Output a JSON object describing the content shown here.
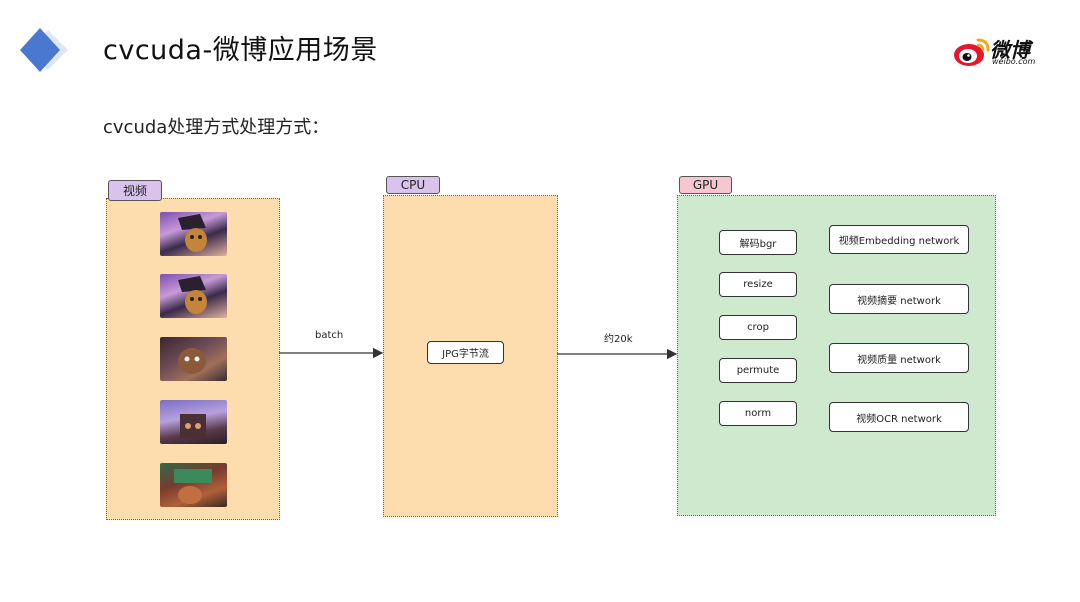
{
  "header": {
    "title": "cvcuda-微博应用场景",
    "brand_name": "微博",
    "brand_url": "weibo.com"
  },
  "subtitle": "cvcuda处理方式处理方式：",
  "diagram": {
    "groups": {
      "video": {
        "label": "视频"
      },
      "cpu": {
        "label": "CPU"
      },
      "gpu": {
        "label": "GPU"
      }
    },
    "cpu_node": "JPG字节流",
    "edges": {
      "video_to_cpu": "batch",
      "cpu_to_gpu": "约20k"
    },
    "gpu_steps": [
      "解码bgr",
      "resize",
      "crop",
      "permute",
      "norm"
    ],
    "gpu_networks": [
      "视频Embedding   network",
      "视频摘要   network",
      "视频质量   network",
      "视频OCR   network"
    ]
  },
  "colors": {
    "accent_blue": "#4a78d0",
    "panel_orange": "#fddcad",
    "panel_green": "#cfe9cf",
    "tag_purple": "#d9c2ec",
    "tag_pink": "#f6c7cf"
  }
}
